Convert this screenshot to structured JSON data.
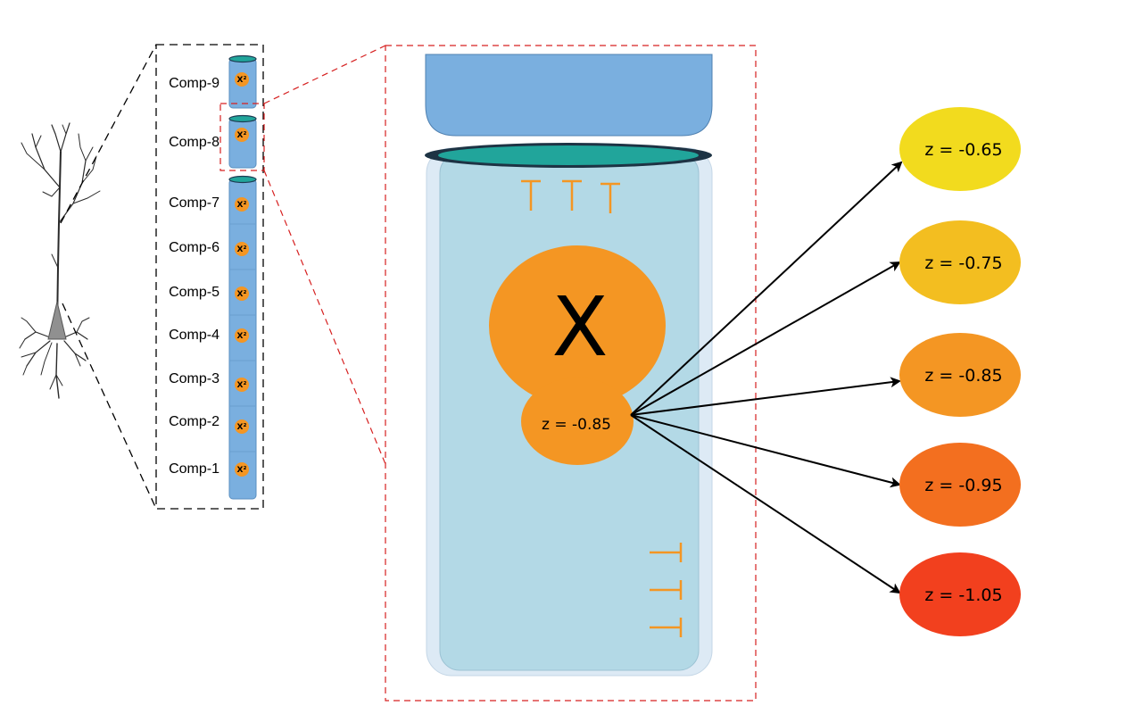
{
  "compartments": [
    {
      "label": "Comp-9",
      "marker": "X²"
    },
    {
      "label": "Comp-8",
      "marker": "X²"
    },
    {
      "label": "Comp-7",
      "marker": "X²"
    },
    {
      "label": "Comp-6",
      "marker": "X²"
    },
    {
      "label": "Comp-5",
      "marker": "X²"
    },
    {
      "label": "Comp-4",
      "marker": "X²"
    },
    {
      "label": "Comp-3",
      "marker": "X²"
    },
    {
      "label": "Comp-2",
      "marker": "X²"
    },
    {
      "label": "Comp-1",
      "marker": "X²"
    }
  ],
  "zoom": {
    "channel_symbol": "X",
    "center_z": "z = -0.85"
  },
  "outputs": [
    {
      "label": "z = -0.65",
      "color": "#F2DB1E"
    },
    {
      "label": "z = -0.75",
      "color": "#F3BE20"
    },
    {
      "label": "z = -0.85",
      "color": "#F49623"
    },
    {
      "label": "z = -0.95",
      "color": "#F36F1F"
    },
    {
      "label": "z = -1.05",
      "color": "#F2401E"
    }
  ],
  "colors": {
    "cylinder_blue": "#7AAFDF",
    "cylinder_light": "#B3D9E6",
    "cylinder_outer": "#DDEAF5",
    "teal": "#21A59B",
    "orange": "#F49623",
    "neuron_gray": "#909090",
    "zoom_box_red": "#D62020"
  }
}
